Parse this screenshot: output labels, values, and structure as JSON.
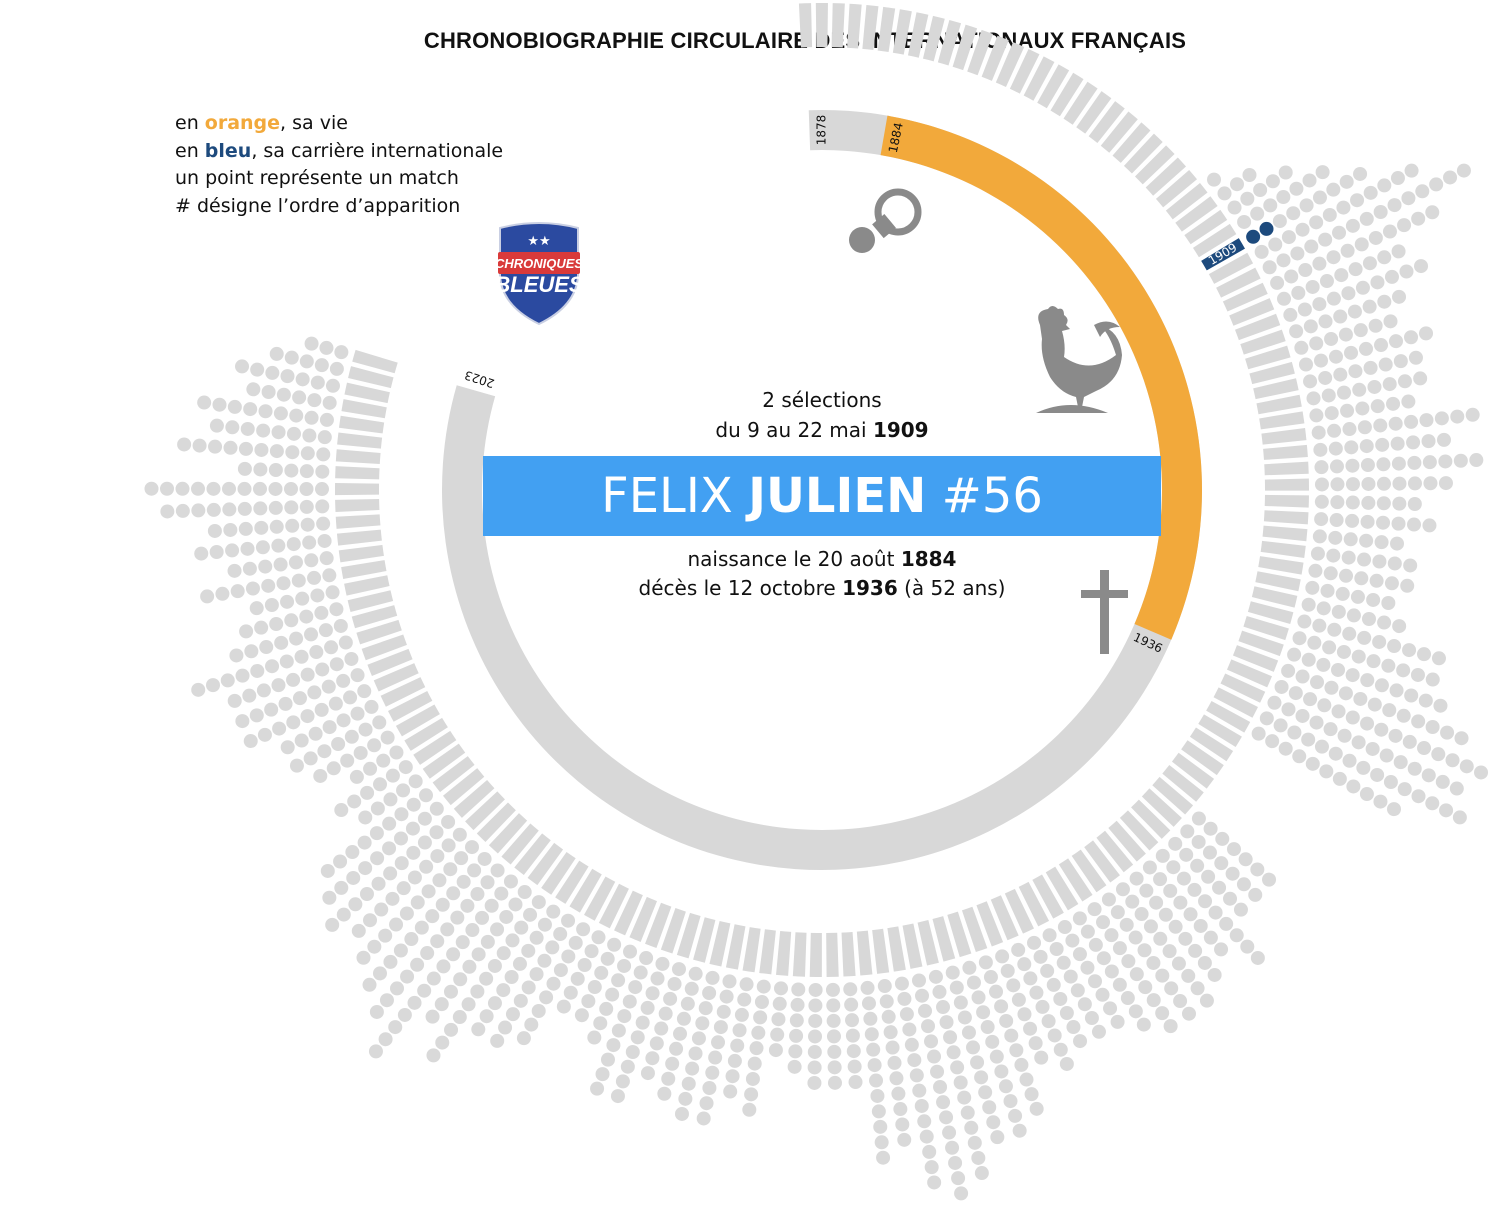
{
  "title": "CHRONOBIOGRAPHIE CIRCULAIRE DES INTERNATIONAUX FRANÇAIS",
  "legend": {
    "line1_prefix": "en ",
    "line1_highlight": "orange",
    "line1_suffix": ", sa vie",
    "line2_prefix": "en ",
    "line2_highlight": "bleu",
    "line2_suffix": ", sa carrière internationale",
    "line3": "un point représente un match",
    "line4": "# désigne l’ordre d’apparition"
  },
  "logo": {
    "line1": "CHRONIQUES",
    "line2": "BLEUES",
    "stars": "★★"
  },
  "player": {
    "first_name": "FELIX",
    "last_name": "JULIEN",
    "number": "#56",
    "caps_text": "2 sélections",
    "period_prefix": "du 9 au 22 mai ",
    "period_year": "1909",
    "birth_prefix": "naissance le  20 août ",
    "birth_year": "1884",
    "death_prefix": "décès le 12 octobre ",
    "death_year": "1936",
    "death_suffix": " (à 52 ans)"
  },
  "icons": {
    "birth": "pacifier-icon",
    "france": "rooster-icon",
    "death": "cross-icon"
  },
  "colors": {
    "life": "#f2a93b",
    "career": "#1d4a7d",
    "timeline": "#d8d8d8",
    "dots": "#d9d9d9",
    "banner": "#42a0f2",
    "icons": "#8a8a8a"
  },
  "chart_data": {
    "type": "radial-timeline",
    "timeline_start": 1878,
    "timeline_end": 2023,
    "tick_labels": [
      "1878",
      "1884",
      "1936",
      "2023"
    ],
    "life": {
      "start": 1884,
      "end": 1936
    },
    "career": {
      "year": 1909,
      "label": "1909",
      "matches": 2
    },
    "matches_per_year": [
      {
        "year": 1909,
        "matches": 2
      }
    ]
  }
}
